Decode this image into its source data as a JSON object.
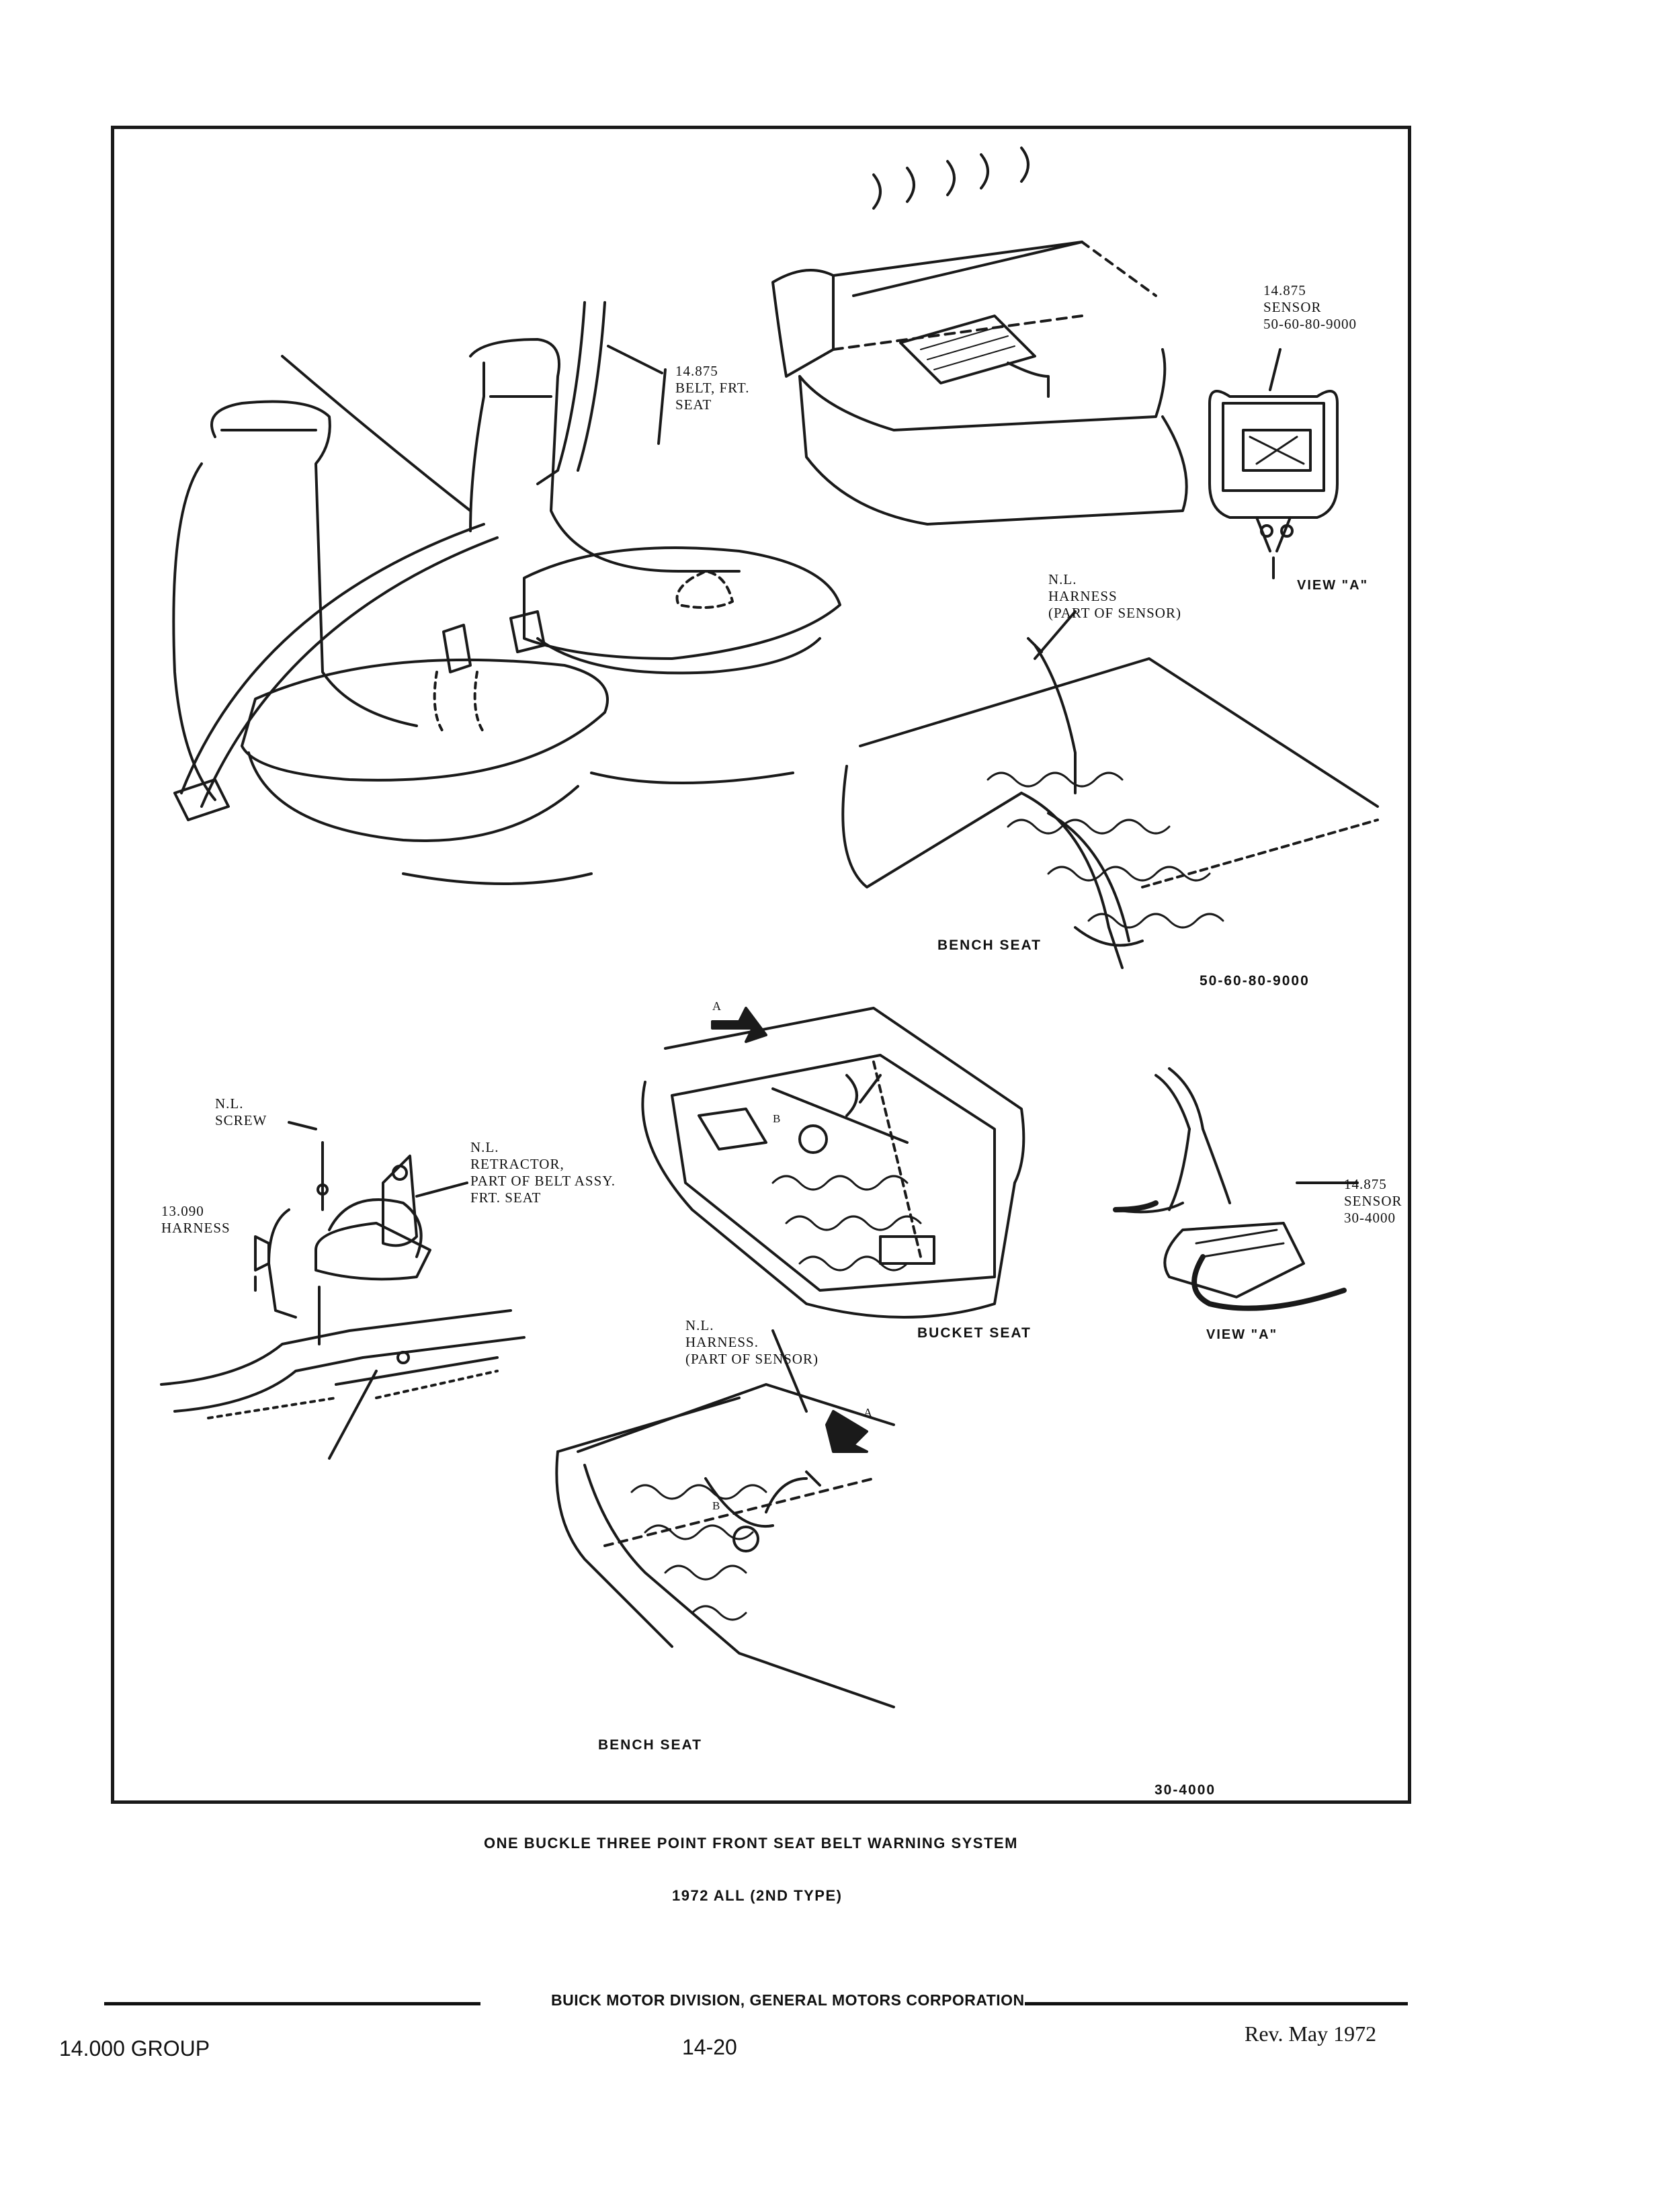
{
  "labels": {
    "belt_front_seat": "14.875\nBELT, FRT.\nSEAT",
    "sensor_top": "14.875\nSENSOR\n50-60-80-9000",
    "view_a_top": "VIEW \"A\"",
    "harness_top": "N.L.\nHARNESS\n(PART OF SENSOR)",
    "bench_seat_top": "BENCH SEAT",
    "code_top": "50-60-80-9000",
    "screw": "N.L.\nSCREW",
    "retractor": "N.L.\nRETRACTOR,\nPART OF BELT ASSY.\nFRT. SEAT",
    "harness_left": "13.090\nHARNESS",
    "arrow_a_bucket": "A",
    "marker_b_bucket": "B",
    "bucket_seat": "BUCKET SEAT",
    "sensor_bottom": "14.875\nSENSOR\n30-4000",
    "view_a_bottom": "VIEW \"A\"",
    "harness_bottom": "N.L.\nHARNESS.\n(PART OF SENSOR)",
    "arrow_a_bench": "A",
    "marker_b_bench": "B",
    "bench_seat_bottom": "BENCH SEAT",
    "code_bottom": "30-4000"
  },
  "caption": {
    "title": "ONE BUCKLE THREE POINT FRONT SEAT BELT WARNING SYSTEM",
    "subtitle": "1972 ALL (2ND TYPE)"
  },
  "footer": {
    "division": "BUICK MOTOR DIVISION, GENERAL MOTORS CORPORATION",
    "group": "14.000 GROUP",
    "page": "14-20",
    "revision": "Rev. May 1972"
  }
}
